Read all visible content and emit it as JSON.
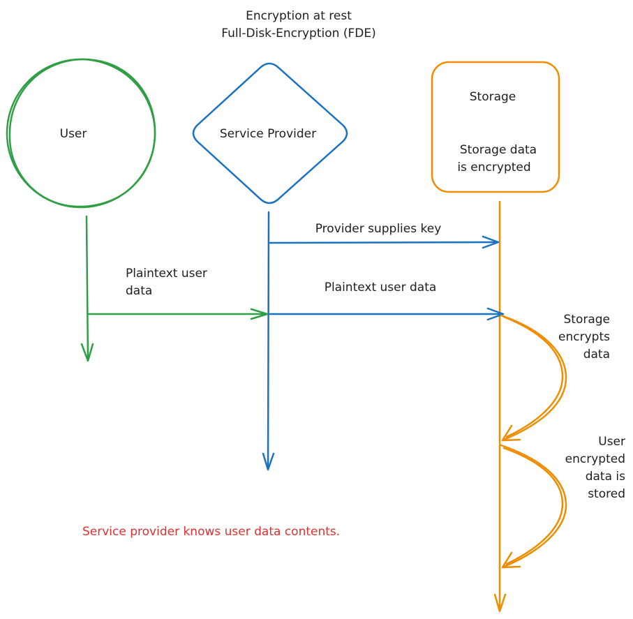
{
  "title": {
    "line1": "Encryption at rest",
    "line2": "Full-Disk-Encryption (FDE)"
  },
  "actors": {
    "user": {
      "label": "User",
      "shape": "circle",
      "color": "#2f9e44"
    },
    "service_provider": {
      "label": "Service Provider",
      "shape": "diamond",
      "color": "#1971c2"
    },
    "storage": {
      "label": "Storage",
      "note_line1": "Storage data",
      "note_line2": "is encrypted",
      "shape": "rounded-rectangle",
      "color": "#f08c00"
    }
  },
  "messages": [
    {
      "from": "service_provider",
      "to": "storage",
      "label_line1": "Provider supplies key"
    },
    {
      "from": "user",
      "to": "service_provider",
      "label_line1": "Plaintext user",
      "label_line2": "data"
    },
    {
      "from": "service_provider",
      "to": "storage",
      "label_line1": "Plaintext user data"
    }
  ],
  "self_messages": [
    {
      "actor": "storage",
      "label_line1": "Storage",
      "label_line2": "encrypts",
      "label_line3": "data"
    },
    {
      "actor": "storage",
      "label_line1": "User",
      "label_line2": "encrypted",
      "label_line3": "data is",
      "label_line4": "stored"
    }
  ],
  "footnote": {
    "text": "Service provider knows user data contents.",
    "color": "#e03131"
  }
}
